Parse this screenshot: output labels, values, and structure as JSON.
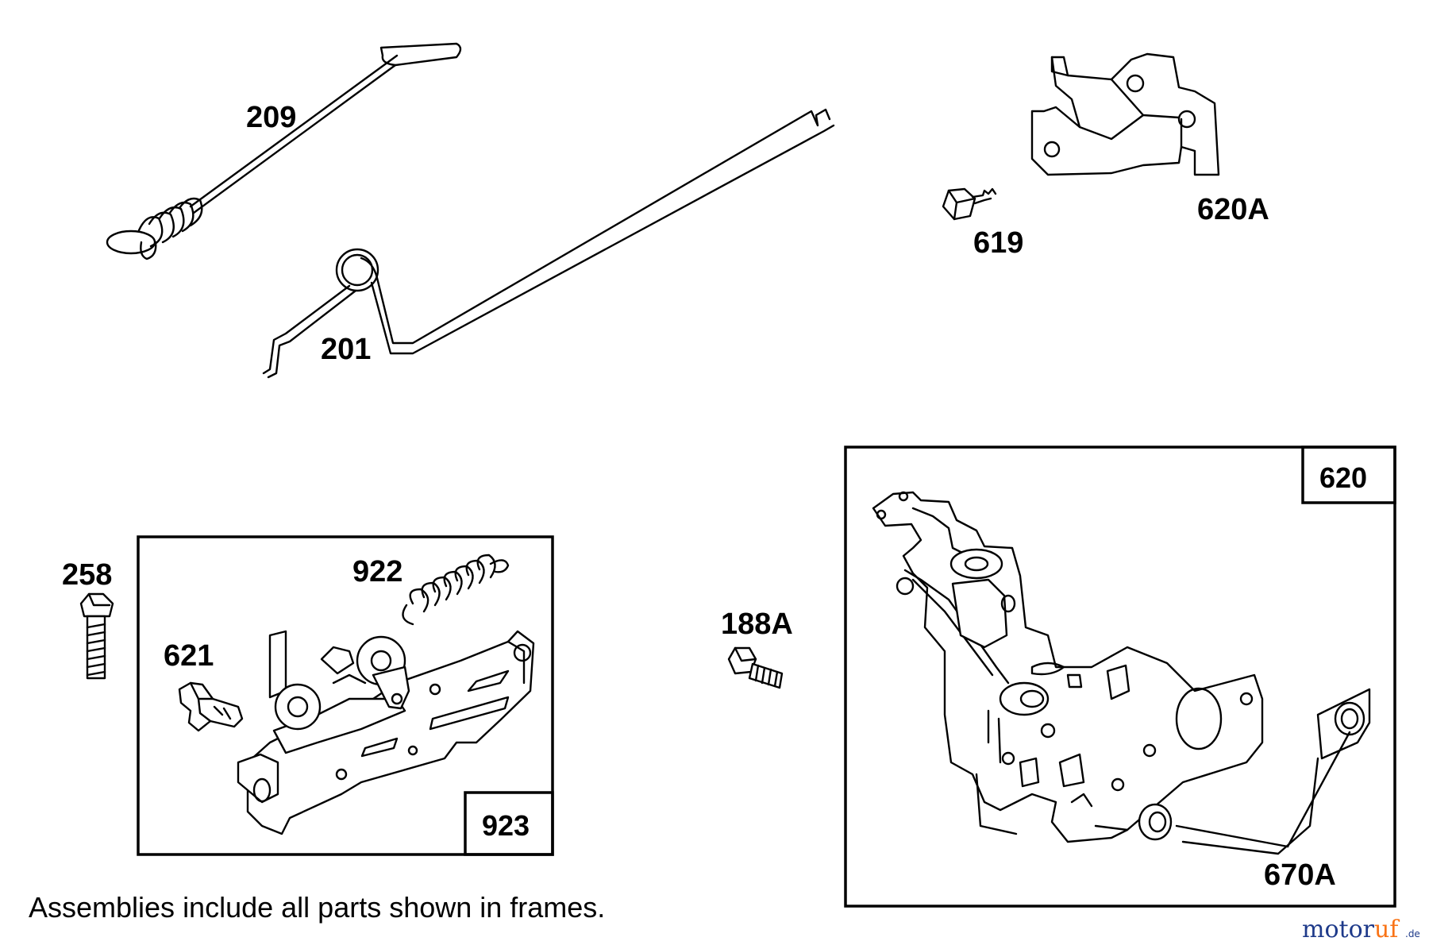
{
  "labels": {
    "p209": "209",
    "p201": "201",
    "p620A": "620A",
    "p619": "619",
    "p258": "258",
    "p922": "922",
    "p621": "621",
    "p923": "923",
    "p188A": "188A",
    "p620": "620",
    "p670A": "670A"
  },
  "note": "Assemblies include all parts shown in frames.",
  "watermark": {
    "part1": "motor",
    "part2": "uf",
    "suffix": ".de",
    "color1": "#1e3a8a",
    "color2": "#f97316"
  }
}
